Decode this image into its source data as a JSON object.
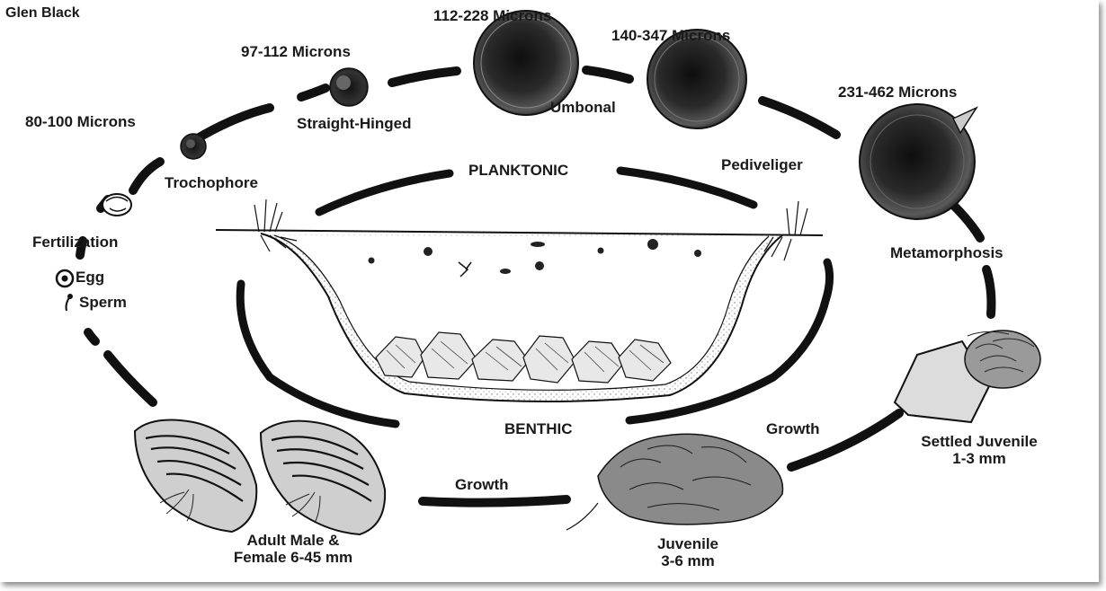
{
  "credit": "Glen Black",
  "habitat": {
    "upper": "PLANKTONIC",
    "lower": "BENTHIC"
  },
  "stages": {
    "egg": "Egg",
    "sperm": "Sperm",
    "fertilization": "Fertilization",
    "trochophore": {
      "name": "Trochophore",
      "size": "80-100 Microns"
    },
    "straight_hinged": {
      "name": "Straight-Hinged",
      "size": "97-112 Microns"
    },
    "umbonal": {
      "name": "Umbonal",
      "size_a": "112-228 Microns",
      "size_b": "140-347 Microns"
    },
    "pediveliger": {
      "name": "Pediveliger",
      "size": "231-462 Microns"
    },
    "metamorphosis": "Metamorphosis",
    "settled_juvenile": {
      "name": "Settled Juvenile",
      "size": "1-3 mm"
    },
    "growth_1": "Growth",
    "juvenile": {
      "name": "Juvenile",
      "size": "3-6 mm"
    },
    "growth_2": "Growth",
    "adult": {
      "line1": "Adult Male &",
      "line2": "Female 6-45 mm"
    }
  },
  "colors": {
    "ink": "#111111",
    "shell_dark": "#1c1c1c",
    "sediment": "#f2f2f2"
  }
}
